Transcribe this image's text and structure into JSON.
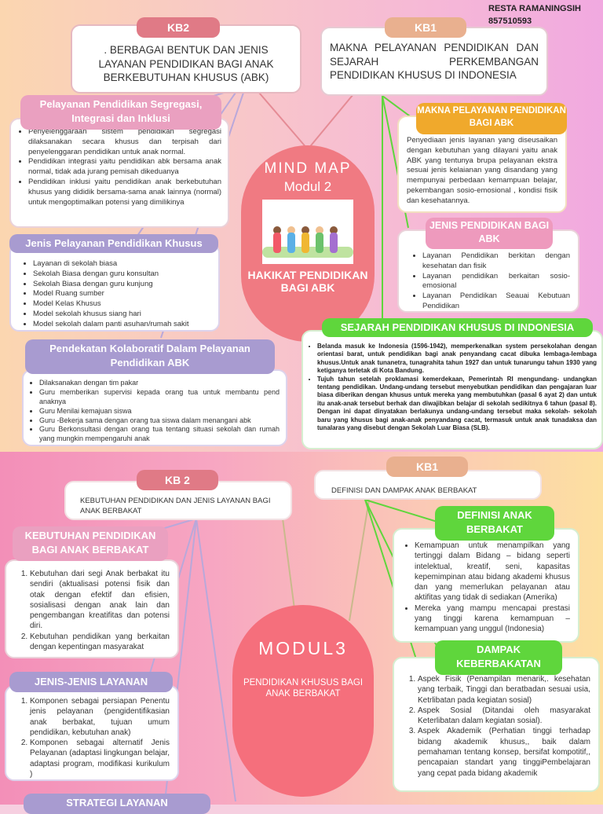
{
  "author": {
    "name": "RESTA RAMANINGSIH",
    "id": "857510593"
  },
  "top": {
    "kb2_label": "KB2",
    "kb2_title": ". BERBAGAI BENTUK DAN JENIS LAYANAN PENDIDIKAN BAGI ANAK BERKEBUTUHAN KHUSUS (ABK)",
    "kb1_label": "KB1",
    "kb1_title": "MAKNA PELAYANAN PENDIDIKAN DAN SEJARAH PERKEMBANGAN PENDIDIKAN KHUSUS DI INDONESIA",
    "center": {
      "title": "MIND MAP",
      "subtitle": "Modul 2",
      "caption": "HAKIKAT PENDIDIKAN BAGI ABK"
    },
    "segregasi": {
      "heading": "Pelayanan Pendidikan Segregasi, Integrasi dan Inklusi",
      "items": [
        "Penyelenggaraan sistem pendidikan segregasi dilaksanakan secara khusus dan terpisah dari penyelenggaran pendidikan untuk anak normal.",
        "Pendidikan integrasi yaitu pendidikan abk bersama anak normal, tidak ada jurang pemisah dikeduanya",
        "Pendidikan inklusi yaitu pendidikan anak berkebutuhan khusus yang dididik bersama-sama anak lainnya (normal) untuk mengoptimalkan potensi yang dimilikinya"
      ]
    },
    "jenis_khusus": {
      "heading": "Jenis Pelayanan Pendidikan Khusus",
      "items": [
        "Layanan di sekolah biasa",
        "Sekolah Biasa dengan guru konsultan",
        "Sekolah Biasa dengan guru kunjung",
        "Model Ruang sumber",
        "Model Kelas Khusus",
        "Model sekolah khusus siang hari",
        "Model sekolah dalam panti asuhan/rumah sakit"
      ]
    },
    "kolaboratif": {
      "heading": "Pendekatan Kolaboratif Dalam Pelayanan Pendidikan ABK",
      "items": [
        "Dilaksanakan dengan tim pakar",
        "Guru memberikan supervisi kepada orang tua untuk membantu pend anaknya",
        "Guru Menilai kemajuan siswa",
        "Guru -Bekerja sama dengan orang tua siswa dalam menangani abk",
        "Guru Berkonsultasi dengan orang tua tentang situasi sekolah dan rumah yang mungkin mempengaruhi anak"
      ]
    },
    "makna": {
      "heading": "MAKNA PELAYANAN PENDIDIKAN BAGI ABK",
      "text": "Penyediaan jenis layanan yang diseusaikan dengan kebutuhan yang dilayani yaitu anak ABK yang tentunya brupa pelayanan ekstra sesuai jenis kelaianan yang disandang yang mempunyai perbedaan kemampuan belajar, pekembangan sosio-emosional , kondisi fisik dan kesehatannya."
    },
    "jenis_abk": {
      "heading": "JENIS PENDIDIKAN BAGI ABK",
      "items": [
        "Layanan Pendidikan berkitan dengan kesehatan dan fisik",
        "Layanan pendidikan berkaitan sosio-emosional",
        "Layanan Pendidikan Seauai Kebutuan Pendidikan"
      ]
    },
    "sejarah": {
      "heading": "SEJARAH PENDIDIKAN KHUSUS DI INDONESIA",
      "items": [
        "Belanda masuk ke Indonesia (1596-1942), memperkenalkan system persekolahan dengan orientasi barat, untuk pendidikan bagi anak penyandang cacat dibuka lembaga-lembaga khusus.Untuk anak tunanetra, tunagrahita tahun 1927 dan untuk tunarungu tahun 1930 yang ketiganya terletak di Kota Bandung.",
        "Tujuh tahun setelah proklamasi kemerdekaan, Pemerintah RI mengundang- undangkan tentang pendidikan. Undang-undang tersebut menyebutkan pendidikan dan pengajaran luar biasa diberikan dengan khusus untuk mereka yang membutuhkan (pasal 6 ayat 2) dan untuk itu anak-anak tersebut berhak dan diwajibkan belajar di sekolah sedikitnya 6 tahun (pasal 8). Dengan ini dapat dinyatakan berlakunya undang-undang tersebut maka sekolah- sekolah baru yang khusus bagi anak-anak penyandang cacat, termasuk untuk anak tunadaksa dan tunalaras yang disebut dengan Sekolah Luar Biasa (SLB)."
      ]
    }
  },
  "bottom": {
    "kb2_label": "KB 2",
    "kb2_title": "KEBUTUHAN PENDIDIKAN DAN JENIS LAYANAN BAGI ANAK BERBAKAT",
    "kb1_label": "KB1",
    "kb1_title": "DEFINISI DAN DAMPAK ANAK  BERBAKAT",
    "center": {
      "title": "MODUL3",
      "caption": "PENDIDIKAN KHUSUS BAGI ANAK BERBAKAT"
    },
    "kebutuhan": {
      "heading": "KEBUTUHAN PENDIDIKAN BAGI ANAK BERBAKAT",
      "items": [
        "Kebutuhan dari segi Anak berbakat itu sendiri (aktualisasi potensi fisik dan otak dengan efektif dan efisien, sosialisasi dengan anak lain dan pengembangan kreatifitas dan potensi diri.",
        "Kebutuhan pendidikan yang berkaitan dengan kepentingan masyarakat"
      ]
    },
    "jenis_layanan": {
      "heading": "JENIS-JENIS LAYANAN",
      "items": [
        "Komponen sebagai persiapan Penentu jenis pelayanan (pengidentifikasian anak berbakat, tujuan umum pendidikan, kebutuhan anak)",
        "Komponen sebagai alternatif Jenis Pelayanan (adaptasi lingkungan belajar, adaptasi program, modifikasi kurikulum )"
      ]
    },
    "strategi": {
      "heading": "STRATEGI LAYANAN"
    },
    "definisi": {
      "heading": "DEFINISI ANAK BERBAKAT",
      "items": [
        "Kemampuan untuk menampilkan yang tertinggi dalam Bidang – bidang seperti intelektual, kreatif, seni, kapasitas kepemimpinan atau bidang akademi khusus dan yang memerlukan pelayanan atau aktifitas yang tidak di sediakan (Amerika)",
        "Mereka yang mampu mencapai prestasi yang tinggi karena kemampuan – kemampuan yang unggul (Indonesia)"
      ]
    },
    "dampak": {
      "heading": "DAMPAK KEBERBAKATAN",
      "items": [
        "Aspek Fisik (Penampilan menarik,. kesehatan yang terbaik, Tinggi dan beratbadan sesuai usia, Ketrlibatan pada kegiatan sosial)",
        "Aspek Sosial (Ditandai oleh masyarakat Keterlibatan dalam kegiatan sosial).",
        "Aspek Akademik (Perhatian tinggi terhadap bidang akademik khusus,, baik dalam pemahaman tentang konsep, bersifat kompotitif,, pencapaian standart yang tinggiPembelajaran yang cepat pada bidang akademik"
      ]
    }
  },
  "colors": {
    "pink_label": "#e07a86",
    "peach_label": "#e9b08f",
    "lilac_heading": "#a89bd0",
    "orange_heading": "#f0a92c",
    "green_heading": "#5fd63c",
    "center_coral": "#f07a82"
  }
}
